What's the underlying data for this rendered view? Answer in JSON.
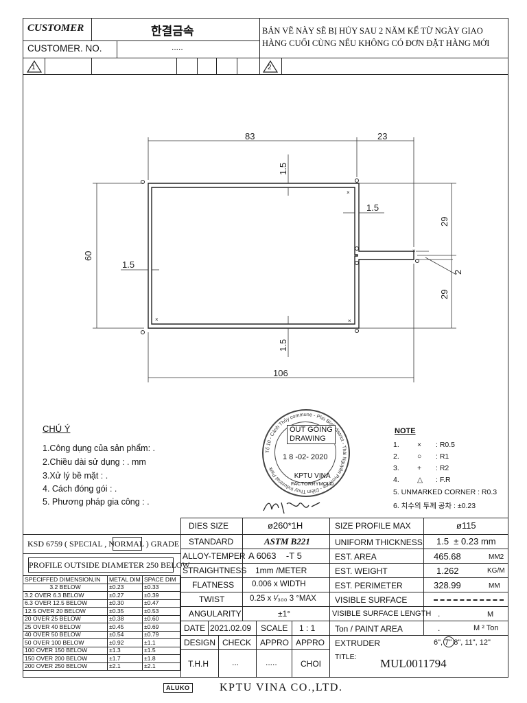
{
  "header": {
    "customer_label": "CUSTOMER",
    "customer_value": "한결금속",
    "customer_no_label": "CUSTOMER. NO.",
    "customer_no_value": ".....",
    "notice_line1": "BẢN VẼ NÀY SẼ BỊ HỦY SAU 2 NĂM KỂ TỪ NGÀY GIAO",
    "notice_line2": "HÀNG CUỐI CÙNG NẾU KHÔNG CÓ ĐƠN ĐẶT HÀNG MỚI",
    "rev1": "1",
    "rev2": "2"
  },
  "drawing": {
    "dim_width_left": "83",
    "dim_width_right": "23",
    "dim_total_width": "106",
    "dim_height": "60",
    "dim_top_wall": "1.5",
    "dim_bottom_wall": "1.5",
    "dim_left_wall": "1.5",
    "dim_right_wall": "1.5",
    "dim_upper_half": "29",
    "dim_lower_half": "29",
    "dim_slot": "2"
  },
  "notes_vn": {
    "title": "CHÚ Ý",
    "items": [
      "1.Công dụng của sản phẩm: .",
      "2.Chiều dài sử dụng : .      mm",
      "3.Xử lý bề mặt : .",
      "4. Cách đóng gói : .",
      "5. Phương pháp gia công : ."
    ]
  },
  "stamp": {
    "ring_text": "Tổ 10 - Cảnh Thủy commune - Phú Bình district - Thái Nguyên Province - Diềm Thụy Industrial Park",
    "line1": "OUT GOING",
    "line2": "DRAWING",
    "date": "1 8 -02- 2020",
    "company": "KPTU VINA",
    "sub": "FACTORRYMOLD"
  },
  "note": {
    "title": "NOTE",
    "items": [
      {
        "no": "1.",
        "sym": "×",
        "val": ": R0.5"
      },
      {
        "no": "2.",
        "sym": "○",
        "val": ": R1"
      },
      {
        "no": "3.",
        "sym": "+",
        "val": ": R2"
      },
      {
        "no": "4.",
        "sym": "△",
        "val": ": F.R"
      }
    ],
    "item5": "5.  UNMARKED CORNER  :  R0.3",
    "item6": "6.  치수의 투께 공차  :  ±0.23"
  },
  "ksd": {
    "grade_line": "KSD 6759 ( SPECIAL , NORMAL ) GRADE",
    "profile_title": "PROFILE OUTSIDE DIAMETER 250 BELOW",
    "headers": [
      "SPECIFFED DIMENSION,IN",
      "METAL DIM",
      "SPACE DIM"
    ],
    "rows": [
      [
        "3.2 BELOW",
        "±0.23",
        "±0.33"
      ],
      [
        "3.2 OVER  6.3 BELOW",
        "±0.27",
        "±0.39"
      ],
      [
        "6.3 OVER 12.5 BELOW",
        "±0.30",
        "±0.47"
      ],
      [
        "12.5 OVER 20 BELOW",
        "±0.35",
        "±0.53"
      ],
      [
        "20 OVER  25 BELOW",
        "±0.38",
        "±0.60"
      ],
      [
        "25 OVER  40 BELOW",
        "±0.45",
        "±0.69"
      ],
      [
        "40 OVER  50 BELOW",
        "±0.54",
        "±0.79"
      ],
      [
        "50 OVER 100 BELOW",
        "±0.92",
        "±1.1"
      ],
      [
        "100 OVER 150 BELOW",
        "±1.3",
        "±1.5"
      ],
      [
        "150 OVER 200 BELOW",
        "±1.7",
        "±1.8"
      ],
      [
        "200 OVER 250 BELOW",
        "±2.1",
        "±2.1"
      ]
    ]
  },
  "spec": {
    "dies_size_label": "DIES SIZE",
    "dies_size": "ø260*1H",
    "standard_label": "STANDARD",
    "standard": "ASTM B221",
    "alloy_label": "ALLOY-TEMPER",
    "alloy": "A 6063    -T 5",
    "straightness_label": "STRAIGHTNESS",
    "straightness": "1mm /METER",
    "flatness_label": "FLATNESS",
    "flatness": "0.006  x WIDTH",
    "twist_label": "TWIST",
    "twist": "0.25 x ¹⁄₃₀₀ 3 °MAX",
    "angularity_label": "ANGULARITY",
    "angularity": "±1°",
    "size_profile_label": "SIZE PROFILE MAX",
    "size_profile": "ø115",
    "thickness_label": "UNIFORM THICKNESS:",
    "thickness": "1.5  ± 0.23 mm",
    "area_label": "EST. AREA",
    "area": "465.68",
    "area_unit": "MM2",
    "weight_label": "EST. WEIGHT",
    "weight": "1.262",
    "weight_unit": "KG/M",
    "perimeter_label": "EST. PERIMETER",
    "perimeter": "328.99",
    "perimeter_unit": "MM",
    "visible_surface_label": "VISIBLE SURFACE",
    "visible_length_label": "VISIBLE SURFACE LENGTH",
    "visible_length": ".",
    "visible_length_unit": "M",
    "paint_label": "Ton / PAINT AREA",
    "paint": ".",
    "paint_unit": "M ² Ton",
    "extruder_label": "EXTRUDER",
    "extruder": "6\", 7\" 8\", 11\", 12\"",
    "date_label": "DATE",
    "date": "2021.02.09",
    "scale_label": "SCALE",
    "scale": "1 : 1",
    "design_label": "DESIGN",
    "check_label": "CHECK",
    "appro1_label": "APPRO",
    "appro2_label": "APPRO",
    "design": "T.H.H",
    "check": "...",
    "appro1": ".....",
    "appro2": "CHOI",
    "title_label": "TITLE:",
    "title": "MUL0011794"
  },
  "footer": {
    "logo": "ALUKO",
    "company": "KPTU VINA CO.,LTD."
  }
}
